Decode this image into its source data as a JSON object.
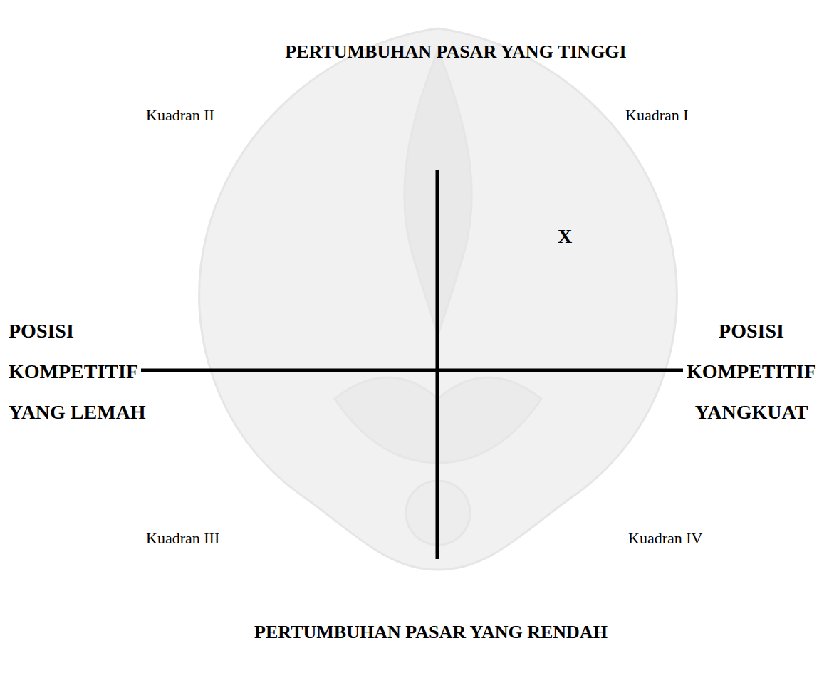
{
  "diagram": {
    "labels": [
      "PERTUMBUHAN PASAR YANG TINGGI",
      "Kuadran II",
      "Kuadran I",
      "X",
      "POSISI KOMPETITIF YANG LEMAH",
      "POSISI KOMPETITIF YANGKUAT",
      "Kuadran III",
      "Kuadran IV",
      "PERTUMBUHAN PASAR YANG RENDAH"
    ]
  }
}
